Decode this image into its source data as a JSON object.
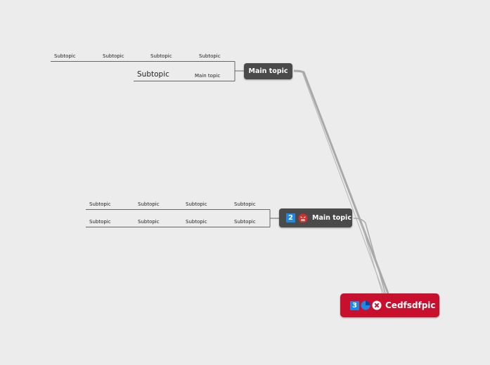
{
  "central": {
    "icon_number": "3",
    "label": "Cedfsdfpic"
  },
  "topic_a": {
    "label": "Main topic",
    "row1": [
      "Subtopic",
      "Subtopic",
      "Subtopic",
      "Subtopic"
    ],
    "row2": [
      "Subtopic",
      "Main topic"
    ]
  },
  "topic_b": {
    "icon_number": "2",
    "label": "Main topic",
    "row1": [
      "Subtopic",
      "Subtopic",
      "Subtopic",
      "Subtopic"
    ],
    "row2": [
      "Subtopic",
      "Subtopic",
      "Subtopic",
      "Subtopic"
    ]
  },
  "colors": {
    "background": "#ececec",
    "topic_fill": "#4a4a4a",
    "central_fill": "#c8102e",
    "connector": "#a9a9a9",
    "branch_line": "#666666",
    "number_badge": "#1e88e5"
  },
  "icons": [
    "number-3-icon",
    "pie-chart-icon",
    "cancel-icon",
    "number-2-icon",
    "angry-face-icon"
  ]
}
